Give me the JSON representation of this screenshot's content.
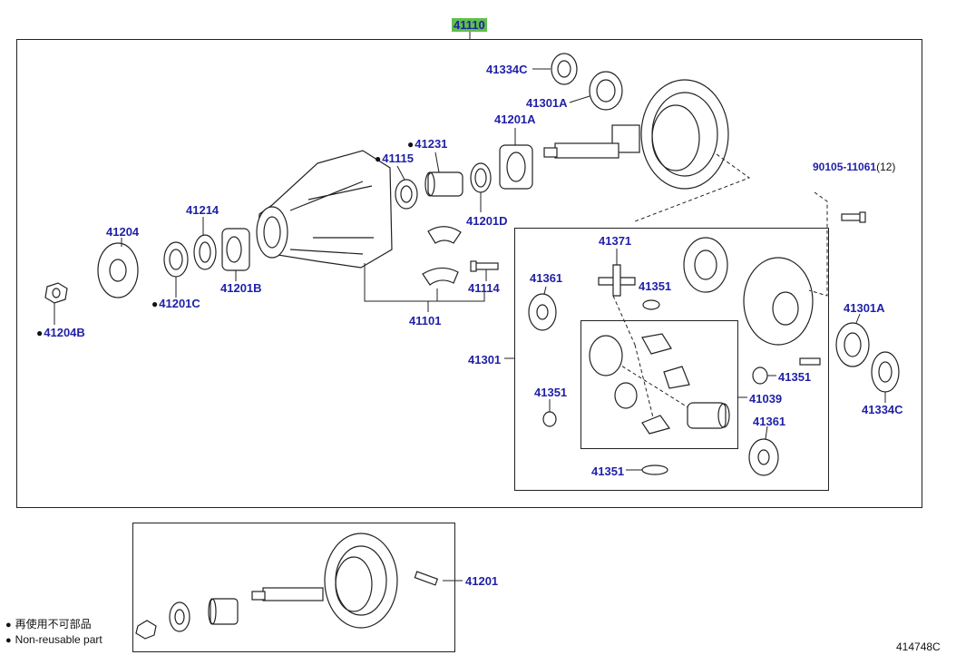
{
  "assembly_label": "41110",
  "labels": {
    "l41334C_top": "41334C",
    "l41301A_top": "41301A",
    "l41201A": "41201A",
    "l41231": "41231",
    "l41115": "41115",
    "l41201D": "41201D",
    "l90105": "90105-11061",
    "l90105_qty": "(12)",
    "l41214": "41214",
    "l41204": "41204",
    "l41201B": "41201B",
    "l41201C": "41201C",
    "l41204B": "41204B",
    "l41114": "41114",
    "l41101": "41101",
    "l41371": "41371",
    "l41361_left": "41361",
    "l41351_top": "41351",
    "l41301": "41301",
    "l41351_left": "41351",
    "l41351_right": "41351",
    "l41039": "41039",
    "l41361_right": "41361",
    "l41351_bottom": "41351",
    "l41301A_right": "41301A",
    "l41334C_right": "41334C",
    "l41201": "41201"
  },
  "legend": {
    "line1": "再使用不可部品",
    "line2": "Non-reusable part"
  },
  "figure_ref": "414748C"
}
